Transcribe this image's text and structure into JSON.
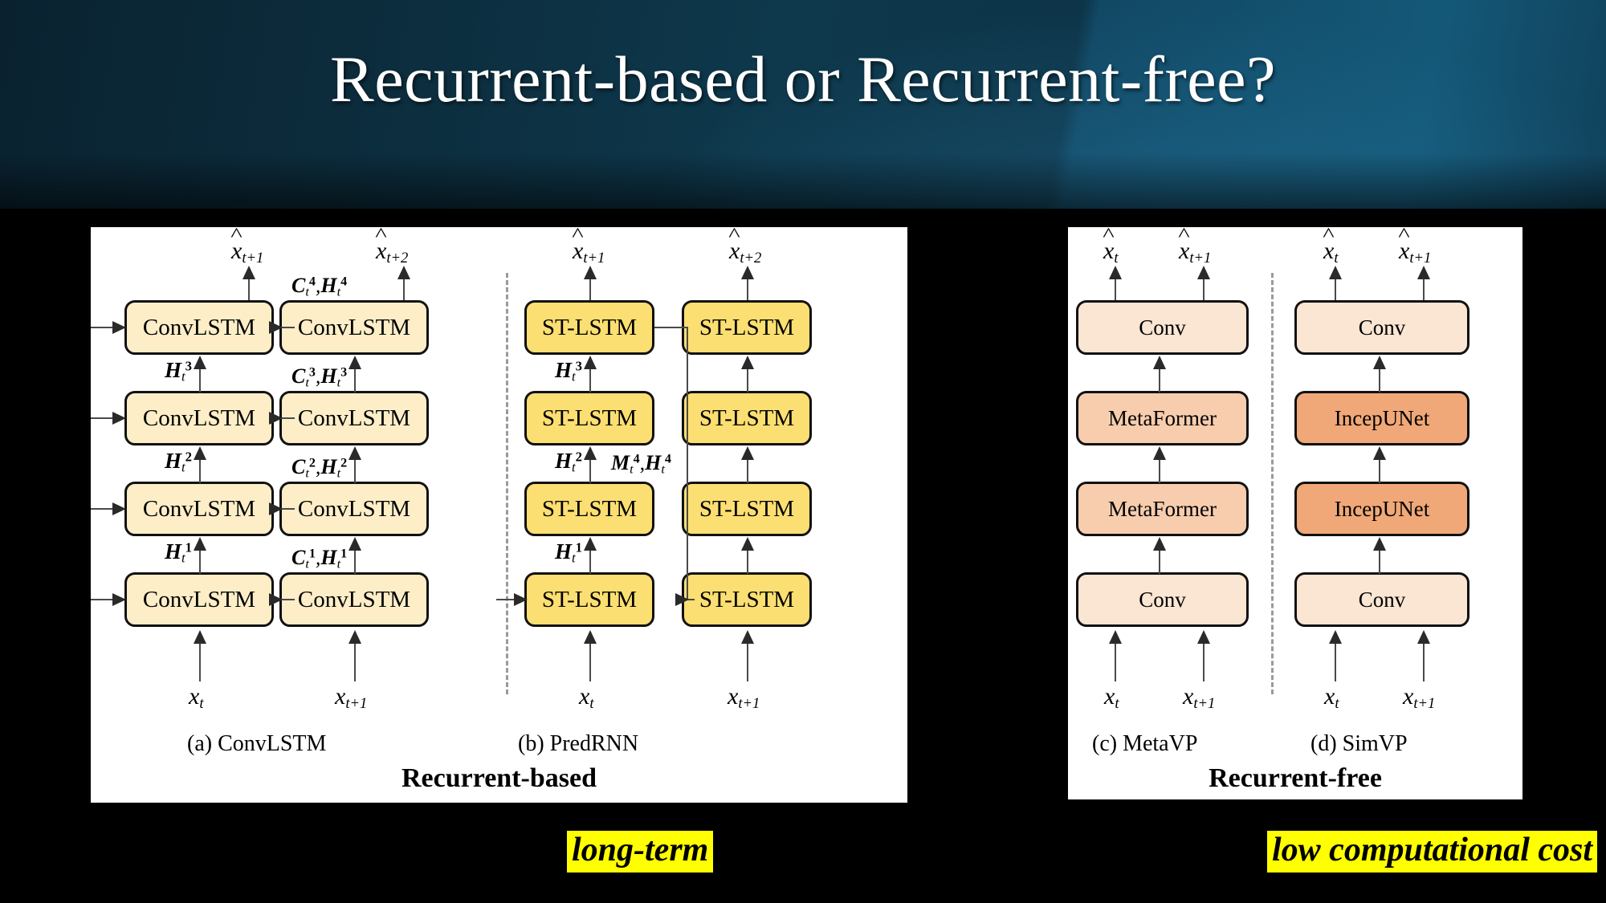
{
  "slide": {
    "title": "Recurrent-based or Recurrent-free?",
    "background_color": "#000000",
    "banner_colors": [
      "#0a2230",
      "#0e384c",
      "#145878"
    ],
    "title_color": "#ffffff"
  },
  "palette": {
    "convlstm_fill": "#fdeec8",
    "stlstm_fill": "#fcdf72",
    "conv_fill": "#fbe5d3",
    "metaformer_fill": "#f7cdae",
    "incepunet_fill": "#f0a878",
    "block_border": "#111111",
    "arrow_color": "#4a4a4a",
    "divider_color": "#9a9a9a",
    "highlight_bg": "#ffff00"
  },
  "panels": {
    "left": {
      "group_caption": "Recurrent-based",
      "subfigures": [
        {
          "id": "a",
          "caption": "(a) ConvLSTM",
          "block_label": "ConvLSTM",
          "columns": 2,
          "rows": 4,
          "inputs": [
            "x_t",
            "x_t+1"
          ],
          "outputs": [
            "x̂_t+1",
            "x̂_t+2"
          ],
          "vertical_labels": [
            "H_t^1",
            "H_t^2",
            "H_t^3"
          ],
          "horizontal_labels": [
            "C_t^1,H_t^1",
            "C_t^2,H_t^2",
            "C_t^3,H_t^3",
            "C_t^4,H_t^4"
          ]
        },
        {
          "id": "b",
          "caption": "(b) PredRNN",
          "block_label": "ST-LSTM",
          "columns": 2,
          "rows": 4,
          "inputs": [
            "x_t",
            "x_t+1"
          ],
          "outputs": [
            "x̂_t+1",
            "x̂_t+2"
          ],
          "vertical_labels": [
            "H_t^1",
            "H_t^2",
            "H_t^3"
          ],
          "memory_flow_label": "M_t^4,H_t^4"
        }
      ]
    },
    "right": {
      "group_caption": "Recurrent-free",
      "subfigures": [
        {
          "id": "c",
          "caption": "(c) MetaVP",
          "stack": [
            "Conv",
            "MetaFormer",
            "MetaFormer",
            "Conv"
          ],
          "inputs": [
            "x_t",
            "x_t+1"
          ],
          "outputs": [
            "x̂_t",
            "x̂_t+1"
          ]
        },
        {
          "id": "d",
          "caption": "(d) SimVP",
          "stack": [
            "Conv",
            "IncepUNet",
            "IncepUNet",
            "Conv"
          ],
          "inputs": [
            "x_t",
            "x_t+1"
          ],
          "outputs": [
            "x̂_t",
            "x̂_t+1"
          ]
        }
      ]
    }
  },
  "callouts": [
    {
      "text": "long-term",
      "side": "left"
    },
    {
      "text": "low computational cost",
      "side": "right"
    }
  ],
  "math": {
    "x": "x",
    "t": "t",
    "t1": "t+1",
    "t2": "t+2",
    "C": "C",
    "H": "H",
    "M": "M",
    "comma": ",",
    "n1": "1",
    "n2": "2",
    "n3": "3",
    "n4": "4"
  }
}
